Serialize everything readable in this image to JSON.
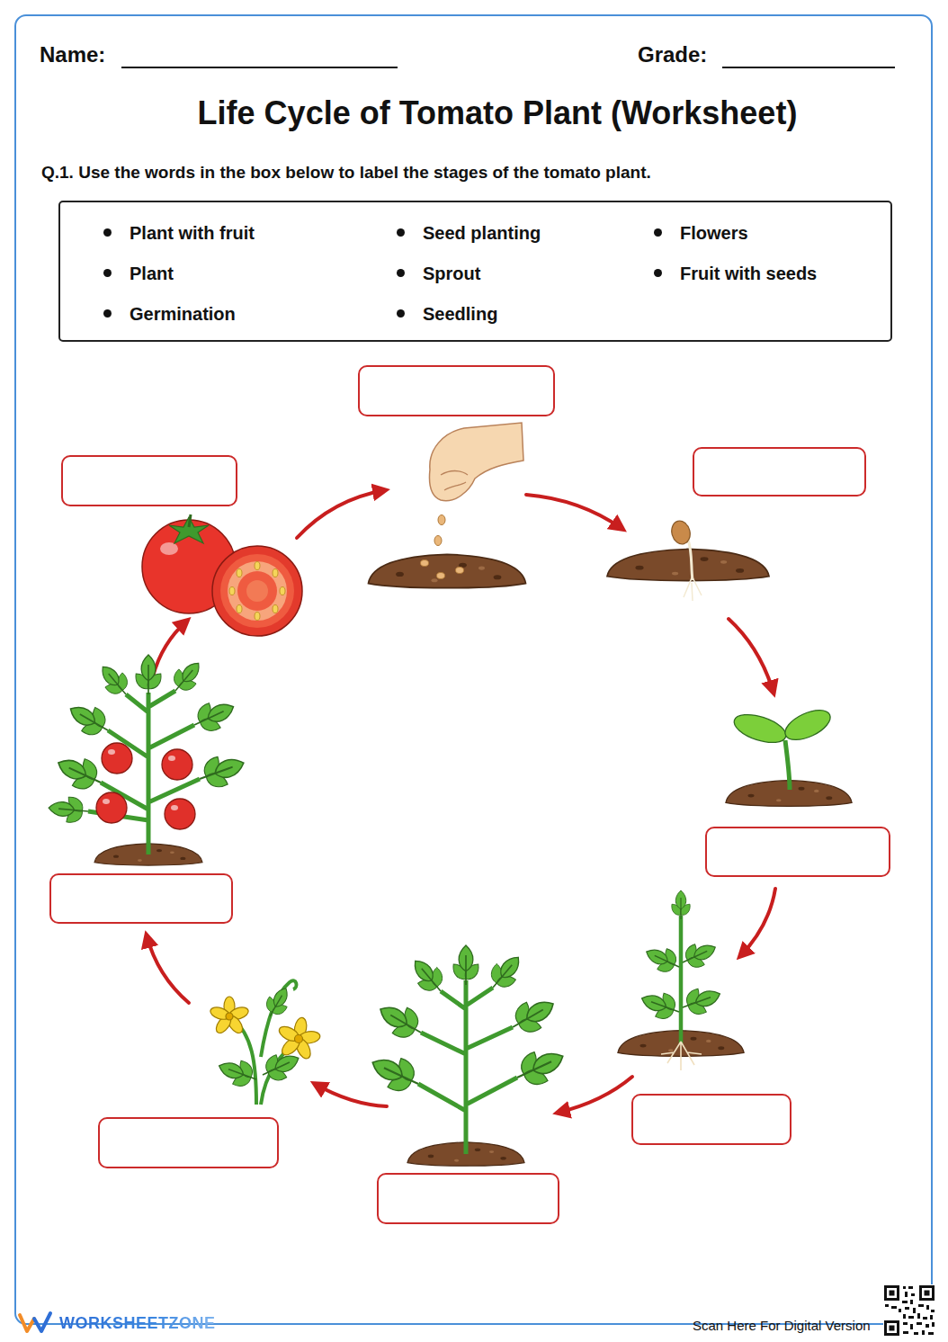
{
  "diagram": {
    "title": "Life Cycle of Tomato Plant (Worksheet)",
    "nodes": [
      {
        "text": [
          "Plant with fruit",
          "Seed planting",
          "Flowers",
          "Plant",
          "Sprout",
          "Fruit with seeds",
          "Germination",
          "Seedling"
        ]
      }
    ],
    "labels": [
      "Name:",
      "Grade:",
      "Q.1. Use the words in the box below to label the stages of the tomato plant.",
      "WORKSHEETZONE",
      "Scan Here For Digital Version"
    ]
  }
}
